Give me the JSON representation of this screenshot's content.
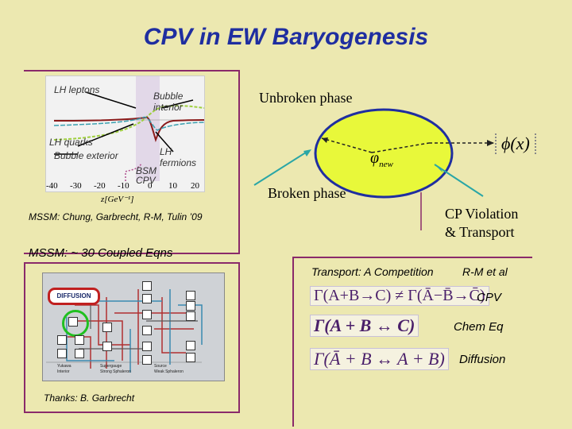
{
  "slide": {
    "title": "CPV in EW Baryogenesis",
    "plot": {
      "labels": {
        "lh_leptons": "LH leptons",
        "bubble_interior": "Bubble interior",
        "lh_quarks": "LH quarks",
        "bubble_exterior": "Bubble exterior",
        "lh_fermions": "LH fermions",
        "bsm": "BSM",
        "cpv": "CPV"
      },
      "x_ticks": [
        "-40",
        "-30",
        "-20",
        "-10",
        "0",
        "10",
        "20"
      ],
      "x_axis_label": "z[GeV⁻¹]"
    },
    "mssm_citation": "MSSM: Chung, Garbrecht, R-M, Tulin ’09",
    "mssm_eqns": "MSSM: ~ 30 Coupled Eqns",
    "diagram": {
      "badge": "DIFFUSION",
      "legend": [
        "Yukawa",
        "Interior",
        "Supergauge",
        "Strong Sphaleron",
        "Source",
        "Weak Sphaleron"
      ],
      "credit": "Thanks: B. Garbrecht"
    },
    "bubble": {
      "unbroken": "Unbroken phase",
      "broken": "Broken phase",
      "phi_new": "φ",
      "phi_new_sub": "new",
      "phi_x": "ϕ(x)",
      "cp_violation_line1": "CP Violation",
      "cp_violation_line2": "& Transport"
    },
    "transport": {
      "heading": "Transport: A Competition",
      "credit": "R-M et al",
      "eq_cpv": "Γ(A+B→C) ≠ Γ(Ā−B̄→C̄)",
      "label_cpv": "CPV",
      "eq_chem": "Γ(A + B ↔ C)",
      "label_chem": "Chem Eq",
      "eq_diff": "Γ(Ā + B ↔ A + B)",
      "label_diff": "Diffusion"
    },
    "colors": {
      "background": "#ece8b0",
      "title": "#1f2ea0",
      "frame": "#8a2a6a",
      "bubble_fill": "#e8f83a",
      "bubble_border": "#1f2ea0"
    }
  }
}
